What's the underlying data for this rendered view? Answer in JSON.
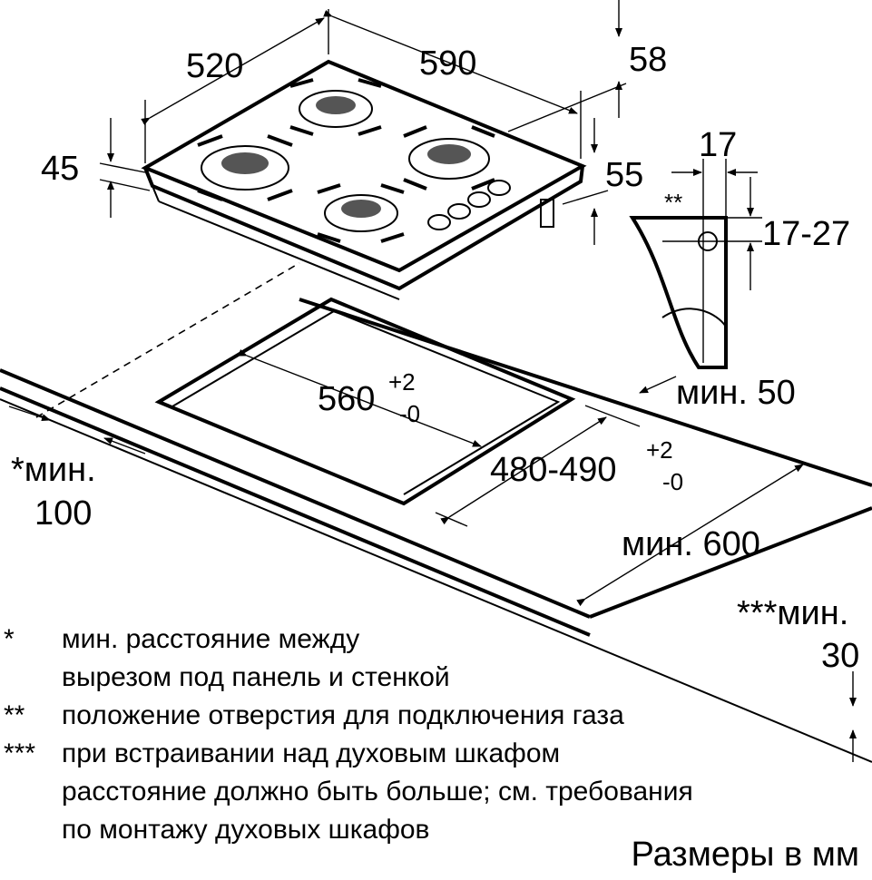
{
  "dimensions": {
    "depth_520": "520",
    "width_590": "590",
    "frame_58": "58",
    "height_45": "45",
    "height_55": "55",
    "gas_17": "17",
    "gas_range": "17-27",
    "gas_marker": "**",
    "cutout_width": "560",
    "cutout_width_tol_plus": "+2",
    "cutout_width_tol_minus": "-0",
    "cutout_depth": "480-490",
    "cutout_depth_tol_plus": "+2",
    "cutout_depth_tol_minus": "-0",
    "min_50": "мин. 50",
    "min_600": "мин. 600",
    "min_100_mark": "*мин.",
    "min_100_value": "100",
    "min_30_mark": "***мин.",
    "min_30_value": "30"
  },
  "notes": [
    {
      "mark": "*",
      "lines": [
        "мин. расстояние между",
        "вырезом под панель и стенкой"
      ]
    },
    {
      "mark": "**",
      "lines": [
        "положение отверстия для подключения газа"
      ]
    },
    {
      "mark": "***",
      "lines": [
        "при встраивании над духовым шкафом",
        "расстояние должно быть больше; см. требования",
        "по монтажу духовых шкафов"
      ]
    }
  ],
  "units_label": "Размеры в мм"
}
